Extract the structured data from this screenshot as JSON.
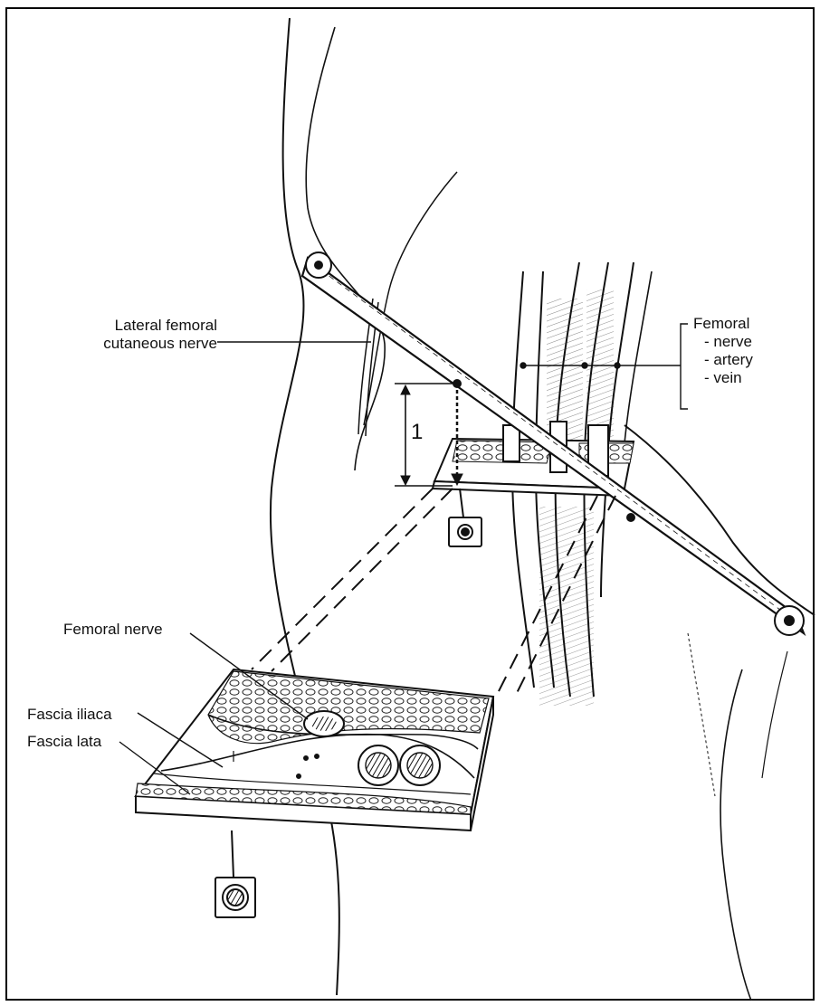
{
  "labels": {
    "lateral_femoral_line1": "Lateral femoral",
    "lateral_femoral_line2": "cutaneous nerve",
    "femoral_header": "Femoral",
    "femoral_nerve_item": "- nerve",
    "femoral_artery_item": "- artery",
    "femoral_vein_item": "- vein",
    "distance_marker": "1",
    "femoral_nerve": "Femoral nerve",
    "fascia_iliaca": "Fascia iliaca",
    "fascia_lata": "Fascia lata"
  }
}
